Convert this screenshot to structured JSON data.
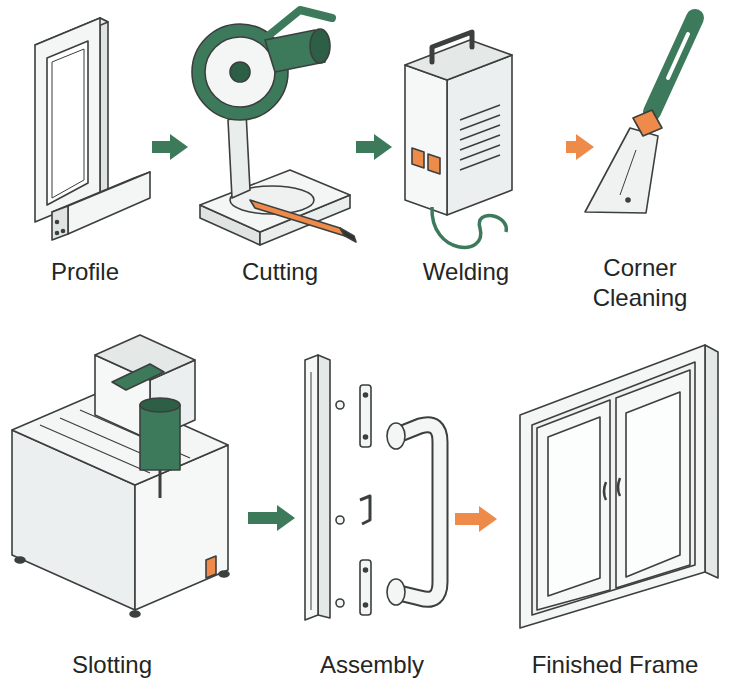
{
  "diagram": {
    "nodes": [
      {
        "text": [
          "Profile"
        ]
      },
      {
        "text": [
          "Cutting"
        ]
      },
      {
        "text": [
          "Welding"
        ]
      },
      {
        "text": [
          "Corner Cleaning"
        ]
      },
      {
        "text": [
          "Slotting"
        ]
      },
      {
        "text": [
          "Assembly"
        ]
      },
      {
        "text": [
          "Finished Frame"
        ]
      }
    ],
    "edges": [
      {
        "from": 0,
        "to": 1,
        "arrow": "to"
      },
      {
        "from": 1,
        "to": 2,
        "arrow": "to"
      },
      {
        "from": 2,
        "to": 3,
        "arrow": "to"
      },
      {
        "from": 4,
        "to": 5,
        "arrow": "to"
      },
      {
        "from": 5,
        "to": 6,
        "arrow": "to"
      }
    ]
  }
}
